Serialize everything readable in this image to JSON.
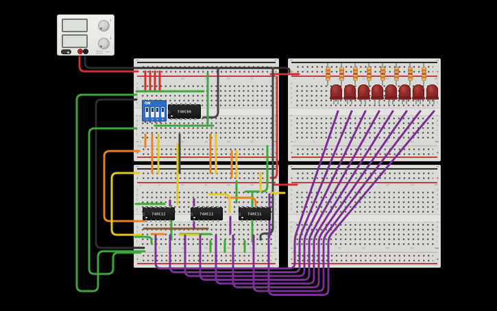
{
  "scene": {
    "background": "#000000"
  },
  "power_supply": {
    "name": "power supply",
    "display_count": 2,
    "knob_count": 2,
    "terminals": [
      "red",
      "black"
    ]
  },
  "breadboard": {
    "count": 4,
    "row_letters_top": [
      "a",
      "b",
      "c",
      "d",
      "e"
    ],
    "row_letters_bottom": [
      "f",
      "g",
      "h",
      "i",
      "j"
    ],
    "column_numbers": [
      "1",
      "5",
      "10",
      "15",
      "20",
      "25",
      "30"
    ],
    "plus": "+",
    "minus": "−"
  },
  "ics": [
    {
      "label": "74HC00"
    },
    {
      "label": "74HC11"
    },
    {
      "label": "74HC11"
    },
    {
      "label": "74HC11"
    }
  ],
  "dip_switch": {
    "on_label": "ON",
    "positions": [
      "1",
      "2",
      "3",
      "4"
    ]
  },
  "leds": {
    "count": 8,
    "color": "#8e2222"
  },
  "resistors": {
    "count": 8,
    "body_color": "#d9b37c"
  },
  "palette": {
    "red": "#d03030",
    "black": "#2d2d2d",
    "gray": "#41464a",
    "green": "#3aa83a",
    "orange": "#e8831c",
    "yellow": "#e8c81e",
    "purple": "#7b2f94",
    "brown": "#8a5a35",
    "board": "#d9d9d5"
  }
}
